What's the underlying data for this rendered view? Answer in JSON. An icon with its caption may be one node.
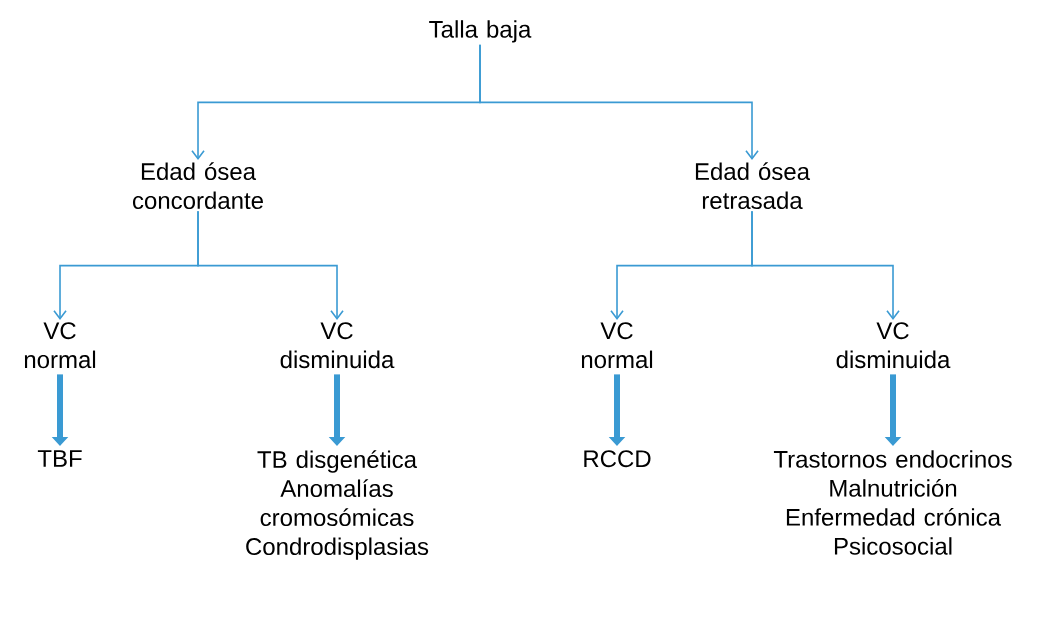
{
  "diagram": {
    "nodes": [
      {
        "text": [
          "Talla baja"
        ]
      },
      {
        "text": [
          "Edad ósea concordante"
        ]
      },
      {
        "text": [
          "Edad ósea retrasada"
        ]
      },
      {
        "text": [
          "VC normal"
        ]
      },
      {
        "text": [
          "VC disminuida"
        ]
      },
      {
        "text": [
          "VC normal"
        ]
      },
      {
        "text": [
          "VC disminuida"
        ]
      },
      {
        "text": [
          "TBF"
        ]
      },
      {
        "text": [
          "TB disgenética",
          "Anomalías cromosómicas",
          "Condrodisplasias"
        ]
      },
      {
        "text": [
          "RCCD"
        ]
      },
      {
        "text": [
          "Trastornos endocrinos",
          "Malnutrición",
          "Enfermedad crónica",
          "Psicosocial"
        ]
      }
    ],
    "edges": [
      {
        "from": 0,
        "to": 1,
        "arrow": "to"
      },
      {
        "from": 0,
        "to": 2,
        "arrow": "to"
      },
      {
        "from": 1,
        "to": 3,
        "arrow": "to"
      },
      {
        "from": 1,
        "to": 4,
        "arrow": "to"
      },
      {
        "from": 2,
        "to": 5,
        "arrow": "to"
      },
      {
        "from": 2,
        "to": 6,
        "arrow": "to"
      },
      {
        "from": 3,
        "to": 7,
        "arrow": "to",
        "style": "thick"
      },
      {
        "from": 4,
        "to": 8,
        "arrow": "to",
        "style": "thick"
      },
      {
        "from": 5,
        "to": 9,
        "arrow": "to",
        "style": "thick"
      },
      {
        "from": 6,
        "to": 10,
        "arrow": "to",
        "style": "thick"
      }
    ]
  }
}
